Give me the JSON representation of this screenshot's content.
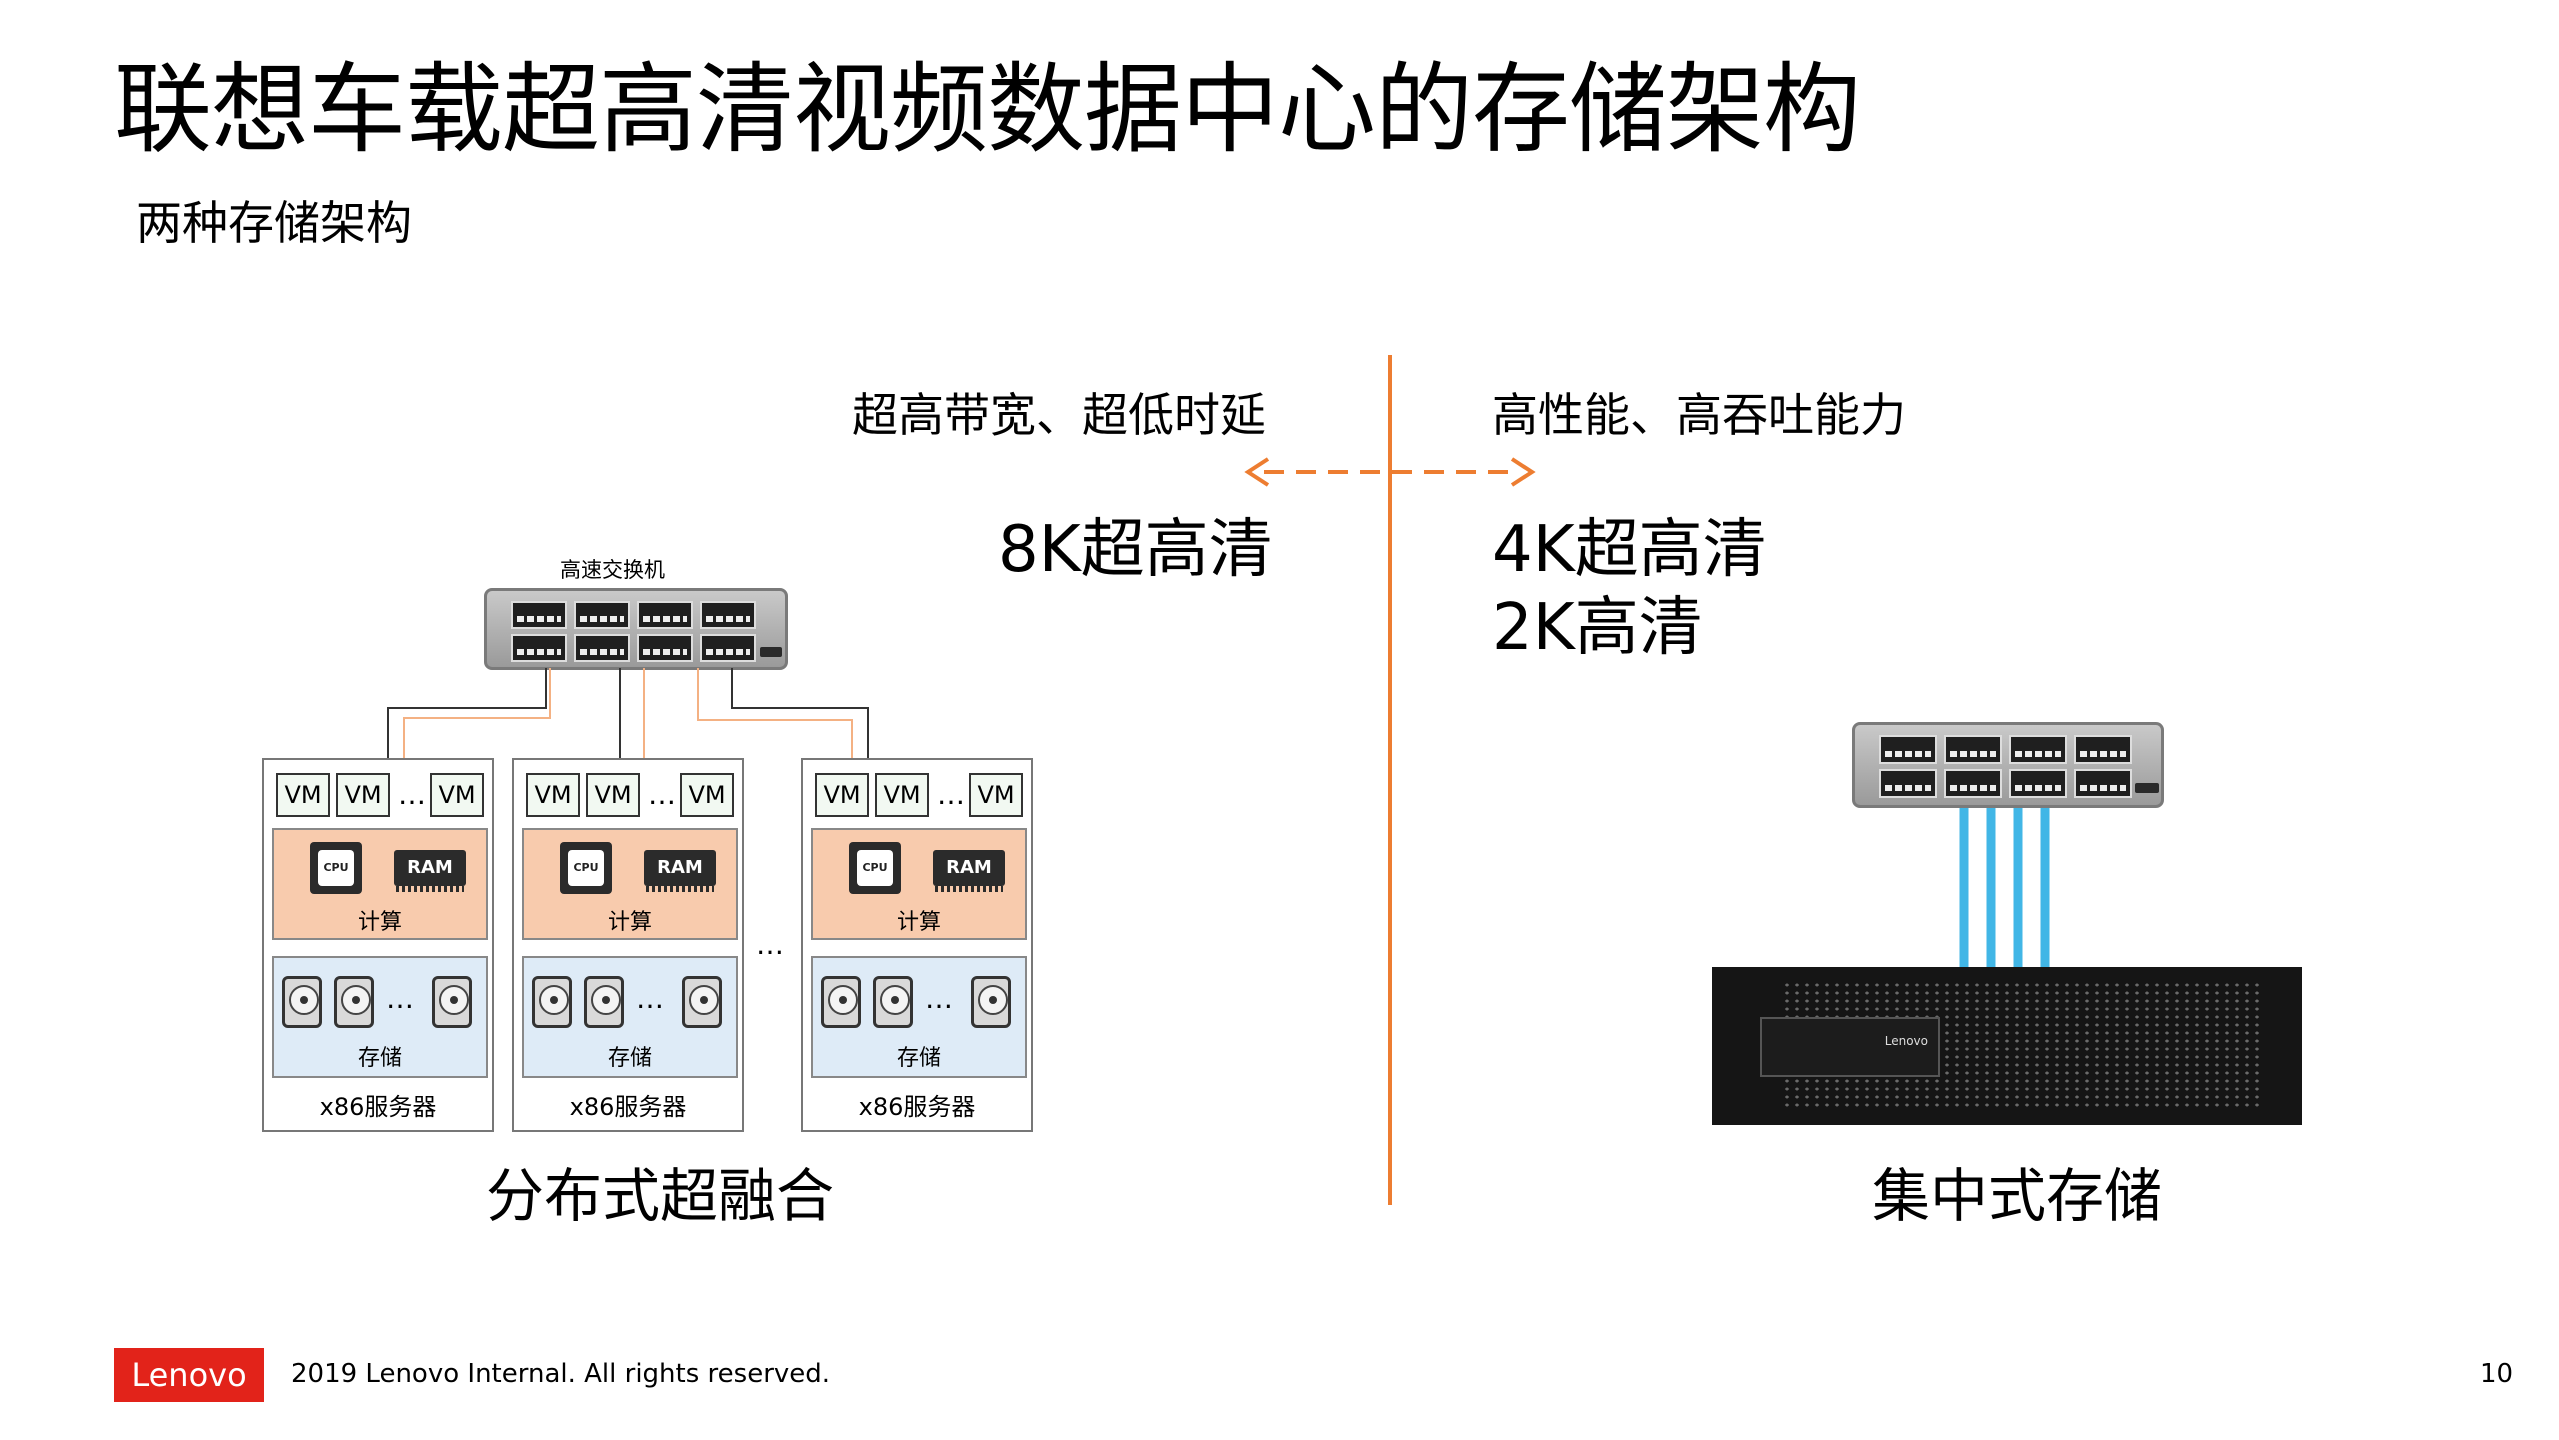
{
  "slide": {
    "title": "联想车载超高清视频数据中心的存储架构",
    "subtitle": "两种存储架构",
    "left_feature": "超高带宽、超低时延",
    "right_feature": "高性能、高吞吐能力",
    "left_resolution": "8K超高清",
    "right_resolution_1": "4K超高清",
    "right_resolution_2": "2K高清",
    "left_caption": "分布式超融合",
    "right_caption": "集中式存储"
  },
  "switch_label": "高速交换机",
  "servers": [
    {
      "vm": [
        "VM",
        "VM",
        "VM"
      ],
      "compute_label": "计算",
      "storage_label": "存储",
      "cpu_label": "CPU",
      "ram_label": "RAM",
      "name": "x86服务器"
    },
    {
      "vm": [
        "VM",
        "VM",
        "VM"
      ],
      "compute_label": "计算",
      "storage_label": "存储",
      "cpu_label": "CPU",
      "ram_label": "RAM",
      "name": "x86服务器"
    },
    {
      "vm": [
        "VM",
        "VM",
        "VM"
      ],
      "compute_label": "计算",
      "storage_label": "存储",
      "cpu_label": "CPU",
      "ram_label": "RAM",
      "name": "x86服务器"
    }
  ],
  "ellipsis": "…",
  "array_brand": "Lenovo",
  "footer": {
    "logo": "Lenovo",
    "copyright": "2019 Lenovo Internal. All rights reserved.",
    "page_number": "10"
  },
  "colors": {
    "accent": "#ED7D31",
    "brand_red": "#E2231A",
    "compute_panel": "#F8CBAD",
    "storage_panel": "#DEEBF7",
    "fc_link": "#41B6E6"
  }
}
